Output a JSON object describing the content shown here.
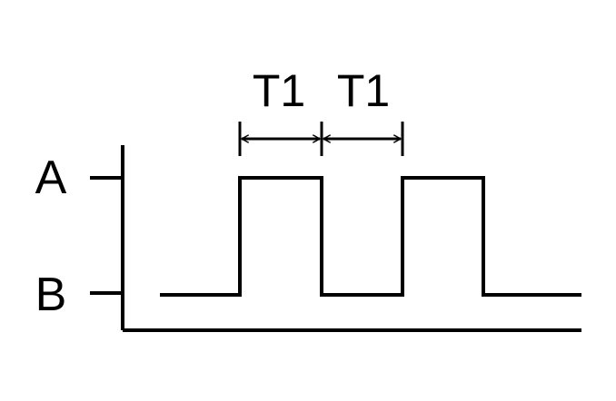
{
  "levels": {
    "high_label": "A",
    "low_label": "B"
  },
  "intervals": [
    {
      "label": "T1"
    },
    {
      "label": "T1"
    }
  ],
  "colors": {
    "stroke": "#000000",
    "background": "#ffffff"
  }
}
